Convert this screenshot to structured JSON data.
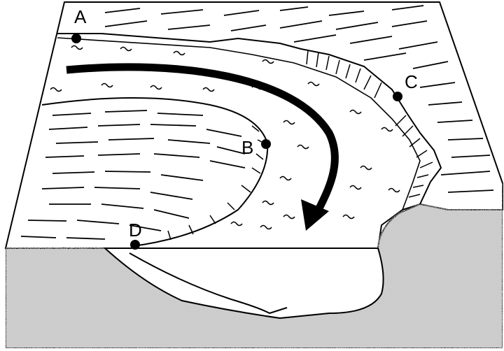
{
  "diagram": {
    "points": [
      {
        "id": "A",
        "label": "A"
      },
      {
        "id": "B",
        "label": "B"
      },
      {
        "id": "C",
        "label": "C"
      },
      {
        "id": "D",
        "label": "D"
      }
    ],
    "colors": {
      "ink": "#000000",
      "water": "#ffffff",
      "ground": "#d0d0d0"
    }
  }
}
